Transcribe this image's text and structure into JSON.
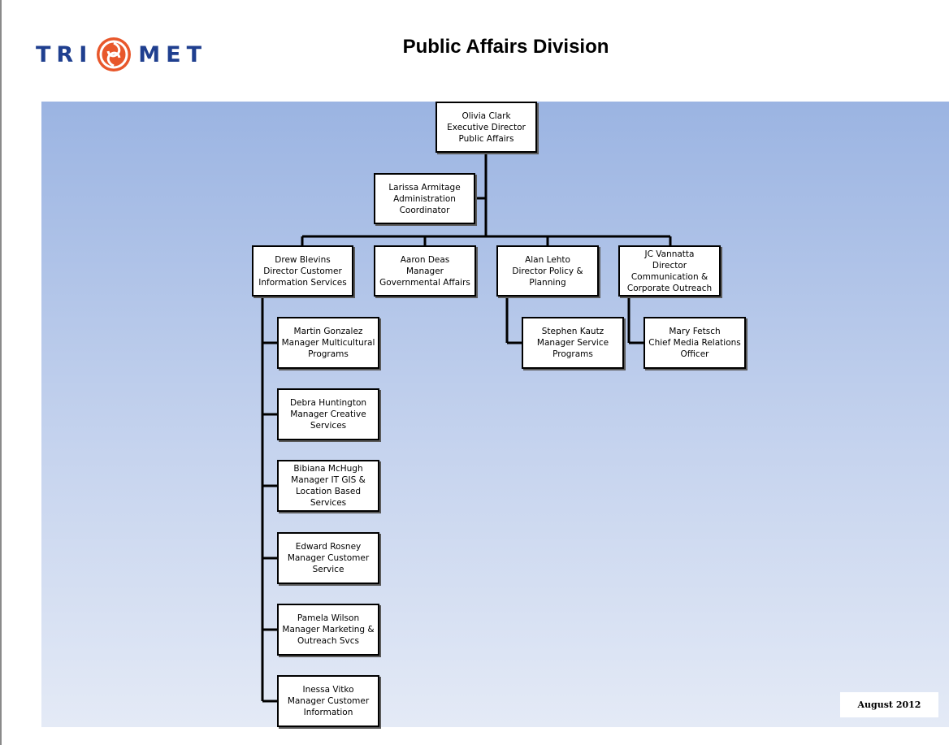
{
  "logo": {
    "text_left": "TRI",
    "text_right": "MET",
    "brand_color": "#1f3f8f",
    "mark_color": "#e8572b",
    "mark_icon": "trimet-swirl-icon"
  },
  "title": "Public Affairs Division",
  "date": "August 2012",
  "colors": {
    "panel_top": "#9bb4e2",
    "panel_bottom": "#e4eaf6",
    "box_border": "#000000"
  },
  "org": {
    "executive": "Olivia Clark\nExecutive Director\nPublic Affairs",
    "assistant": "Larissa Armitage\nAdministration\nCoordinator",
    "directors": [
      "Drew Blevins\nDirector Customer\nInformation Services",
      "Aaron Deas\nManager\nGovernmental Affairs",
      "Alan Lehto\nDirector Policy &\nPlanning",
      "JC Vannatta\nDirector\nCommunication &\nCorporate Outreach"
    ],
    "customer_info_reports": [
      "Martin Gonzalez\nManager Multicultural\nPrograms",
      "Debra Huntington\nManager Creative\nServices",
      "Bibiana McHugh\nManager IT GIS &\nLocation Based\nServices",
      "Edward Rosney\nManager Customer\nService",
      "Pamela Wilson\nManager Marketing &\nOutreach Svcs",
      "Inessa Vitko\nManager Customer\nInformation"
    ],
    "policy_reports": [
      "Stephen Kautz\nManager Service\nPrograms"
    ],
    "communication_reports": [
      "Mary Fetsch\nChief Media Relations\nOfficer"
    ]
  }
}
